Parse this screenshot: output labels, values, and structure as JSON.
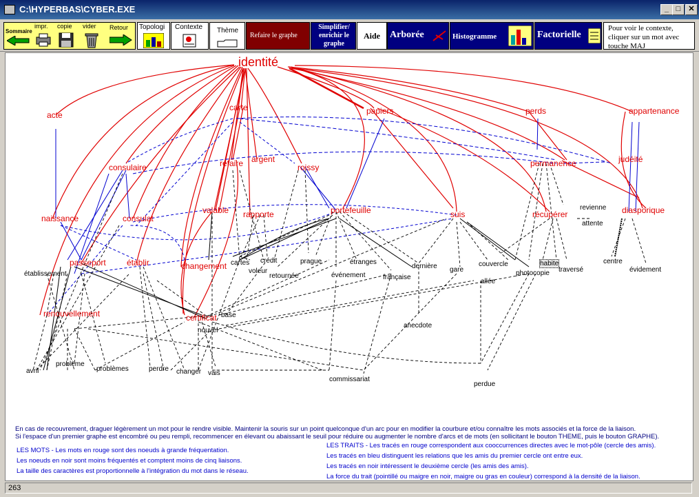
{
  "window": {
    "title": "C:\\HYPERBAS\\CYBER.EXE",
    "minimize": "_",
    "maximize": "□",
    "close": "✕"
  },
  "toolbar": {
    "sommaire": "Sommaire",
    "impr": "impr.",
    "copie": "copie",
    "vider": "vider",
    "retour": "Retour",
    "topologie": "Topologi",
    "contexte": "Contexte",
    "theme": "Thème",
    "refaire": "Refaire le graphe",
    "simplifier": "Simplifier/ enrichir le graphe",
    "aide": "Aide",
    "arboree": "Arborée",
    "histogramme": "Histogramme",
    "factorielle": "Factorielle",
    "hint": "Pour voir le contexte, cliquer sur un mot avec touche MAJ"
  },
  "graph": {
    "pole": "identité",
    "red_words": [
      "acte",
      "carte",
      "papiers",
      "perds",
      "appartenance",
      "consulaire",
      "refaire",
      "argent",
      "roissy",
      "permanence",
      "judéité",
      "naissance",
      "consulat",
      "valable",
      "rapporte",
      "portefeuille",
      "suis",
      "récupérer",
      "diasporique",
      "passeport",
      "établir",
      "changement",
      "renouvellement",
      "certificat"
    ],
    "black_words": [
      "revienne",
      "attente",
      "établissement",
      "cartes",
      "crédit",
      "voleur",
      "retournée",
      "prague",
      "étranges",
      "événement",
      "française",
      "dernière",
      "gare",
      "couvercle",
      "allée",
      "photocopie",
      "habite",
      "traversé",
      "centre",
      "évidement",
      "base",
      "nouvel",
      "anecdote",
      "avril",
      "problème",
      "problèmes",
      "perdre",
      "changer",
      "vais",
      "commissariat",
      "perdue"
    ]
  },
  "legend": {
    "intro1": "En cas de recouvrement, draguer légèrement un mot pour le rendre visible. Maintenir la souris sur un point quelconque d'un arc pour en  modifier la courbure et/ou connaître les mots associés et la force de la liaison.",
    "intro2": "Si l'espace d'un premier graphe est encombré ou  peu rempli, recommencer en élevant ou abaissant le seuil pour réduire ou augmenter  le nombre d'arcs et de mots (en sollicitant le bouton THEME, puis le bouton GRAPHE).",
    "mots1": "LES MOTS  - Les mots en rouge sont des noeuds à grande fréquentation.",
    "mots2": "Les noeuds en noir sont  moins fréquentés et comptent moins de cinq liaisons.",
    "mots3": "La taille des caractères est proportionnelle à l'intégration du mot dans le réseau.",
    "traits1": "LES TRAITS - Les tracés en rouge correspondent aux cooccurrences directes avec le mot-pôle (cercle des amis).",
    "traits2": "Les tracés en bleu distinguent les relations que les amis du premier cercle ont entre eux.",
    "traits3": "Les tracés en noir intéressent le deuxième cercle (les amis des amis).",
    "traits4": "La force du trait (pointillé ou maigre en noir, maigre ou gras en couleur) correspond à la densité de la liaison."
  },
  "status": {
    "count": "263"
  },
  "colors": {
    "red": "#e00000",
    "blue": "#0000d0",
    "legend_blue": "#0000cc",
    "dark_red_button": "#800000",
    "navy_button": "#000080"
  }
}
